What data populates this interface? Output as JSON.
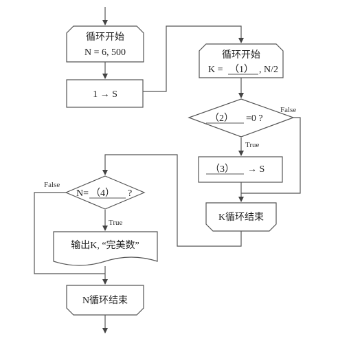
{
  "outer_loop_start": {
    "line1": "循环开始",
    "line2": "N = 6, 500"
  },
  "init_sum": {
    "label": "1 → S"
  },
  "inner_loop_start": {
    "line1": "循环开始",
    "line2_prefix": "K = ",
    "blank1": "（1）",
    "line2_suffix": ", N/2"
  },
  "inner_condition": {
    "blank2": "（2）",
    "suffix": "=0 ?",
    "true_label": "True",
    "false_label": "False"
  },
  "accumulate": {
    "blank3": "（3）",
    "suffix": "→ S"
  },
  "inner_loop_end": {
    "label": "K循环结束"
  },
  "outer_condition": {
    "prefix": "N=",
    "blank4": "（4）",
    "suffix": "?",
    "true_label": "True",
    "false_label": "False"
  },
  "output": {
    "label": "输出K, “完美数”"
  },
  "outer_loop_end": {
    "label": "N循环结束"
  }
}
